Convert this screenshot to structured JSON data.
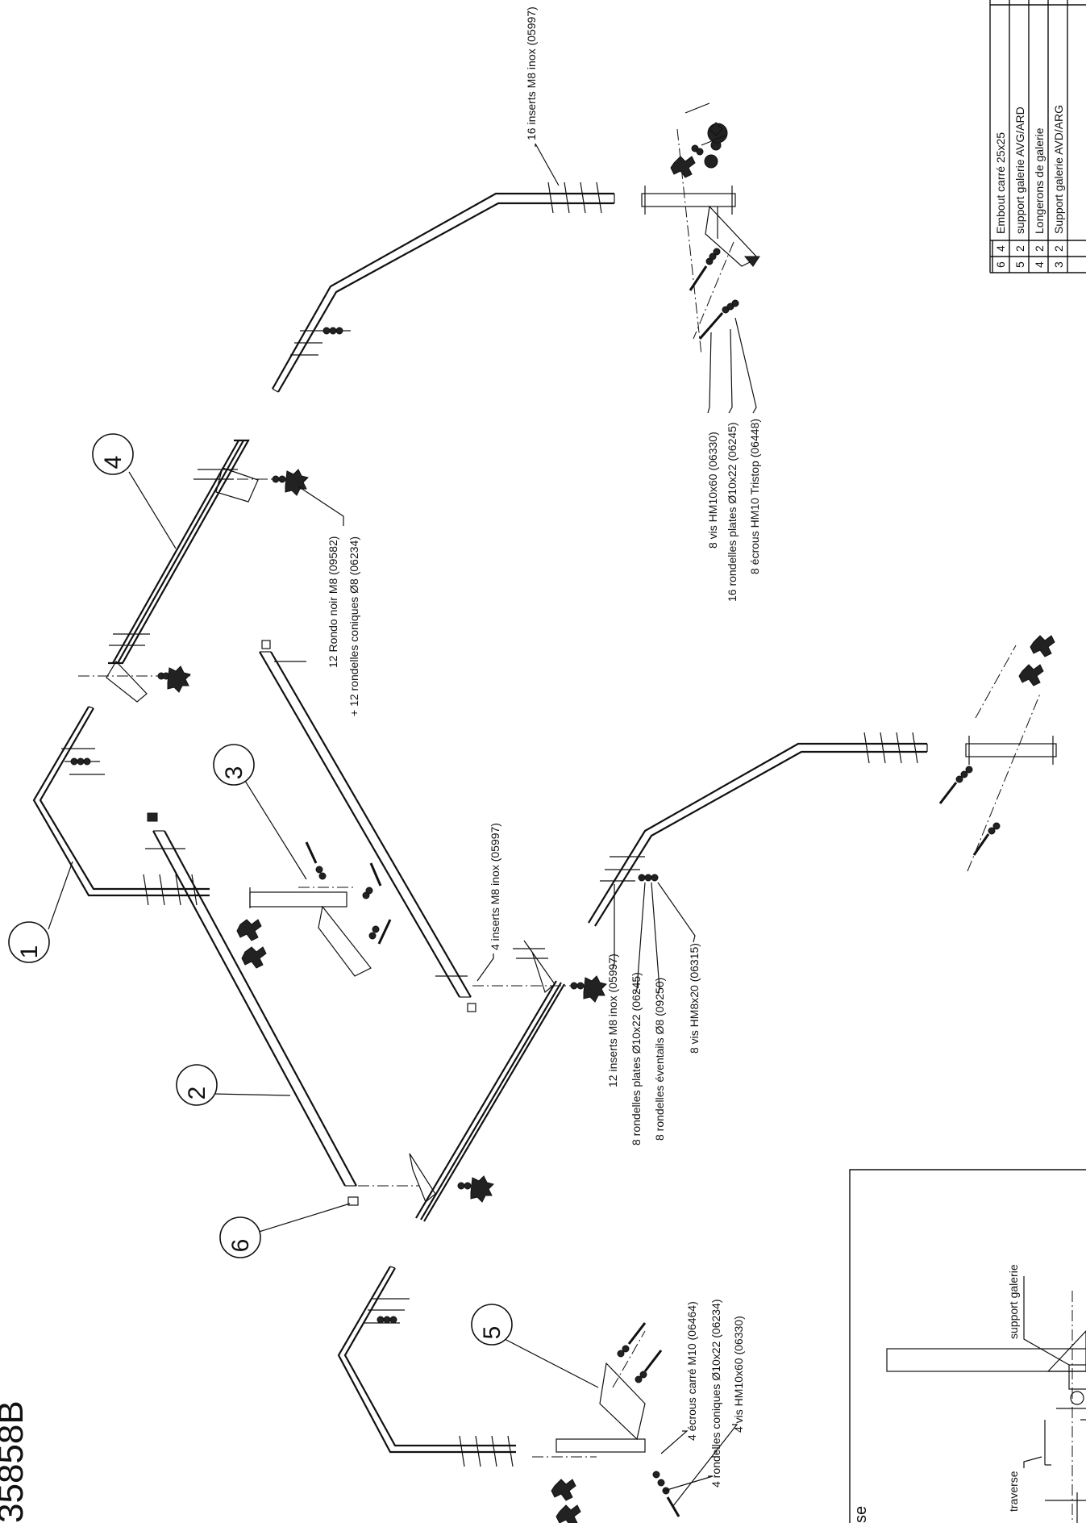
{
  "drawing_ref": "35858B",
  "balloons": [
    {
      "id": "b1",
      "label": "1"
    },
    {
      "id": "b2",
      "label": "2"
    },
    {
      "id": "b3",
      "label": "3"
    },
    {
      "id": "b4",
      "label": "4"
    },
    {
      "id": "b5",
      "label": "5"
    },
    {
      "id": "b6",
      "label": "6"
    }
  ],
  "callouts": {
    "inserts_16": "16 inserts M8 inox (05997)",
    "vis_hm10x60_8": "8 vis HM10x60 (06330)",
    "rondelles_plates_16": "16 rondelles plates Ø10x22 (06245)",
    "ecrous_tristop_8": "8 écrous HM10 Tristop (06448)",
    "rondo_noir_12": "12 Rondo noir M8 (09582)",
    "rondelles_coniques_12": "+ 12 rondelles coniques Ø8 (06234)",
    "inserts_4": "4 inserts M8 inox (05997)",
    "inserts_12": "12 inserts M8 inox (05997)",
    "rondelles_plates_8": "8 rondelles plates Ø10x22 (06245)",
    "rondelles_eventails_8": "8 rondelles éventails Ø8 (09250)",
    "vis_hm8x20_8": "8 vis HM8x20 (06315)",
    "ecrous_carre_4": "4 écrous carré M10 (06464)",
    "rondelles_coniques_4": "4 rondelles coniques Ø10x22 (06234)",
    "vis_hm10x60_4": "4 vis HM10x60 (06330)"
  },
  "bom": {
    "rows": [
      {
        "rep": "6",
        "qty": "4",
        "designation": "Embout carré 25x25"
      },
      {
        "rep": "5",
        "qty": "2",
        "designation": "support galerie AVG/ARD"
      },
      {
        "rep": "4",
        "qty": "2",
        "designation": "Longerons de galerie"
      },
      {
        "rep": "3",
        "qty": "2",
        "designation": "Support galerie AVD/ARG"
      }
    ]
  },
  "detail": {
    "title_fragment": "se",
    "label_support": "support galerie",
    "label_traverse": "traverse"
  }
}
